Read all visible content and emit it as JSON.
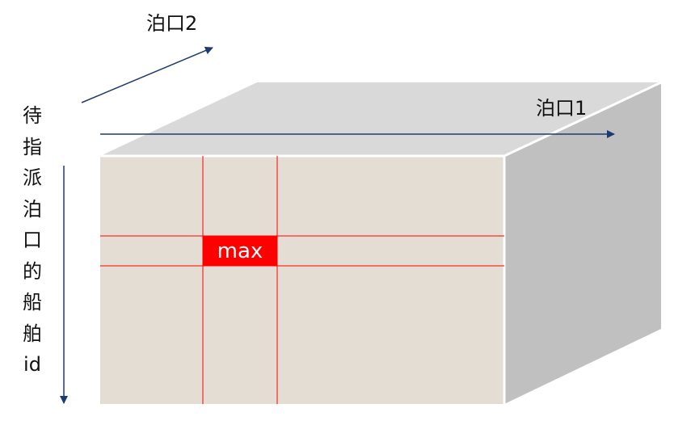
{
  "labels": {
    "berth2": "泊口2",
    "berth1": "泊口1",
    "vertical": [
      "待",
      "指",
      "派",
      "泊",
      "口",
      "的",
      "船",
      "舶",
      "id"
    ],
    "max": "max"
  },
  "colors": {
    "front_face": "#e3ddd4",
    "top_face": "#d9d9d9",
    "side_face": "#c0c0c0",
    "grid_line": "#ff0000",
    "arrow": "#1f3a6e",
    "max_cell": "#ff0000"
  }
}
